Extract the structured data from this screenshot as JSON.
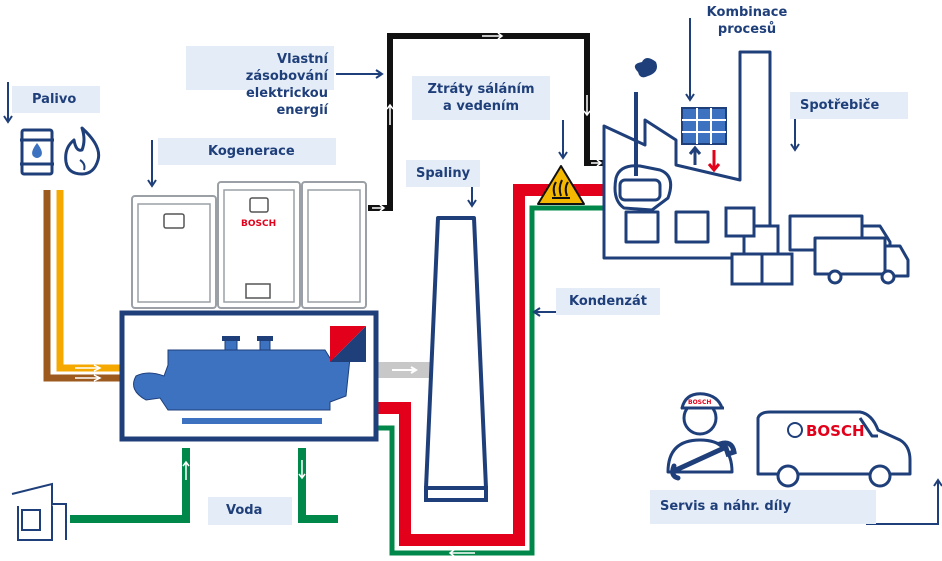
{
  "labels": {
    "palivo": "Palivo",
    "kogenerace": "Kogenerace",
    "vlastni_line1": "Vlastní zásobování",
    "vlastni_line2": "elektrickou energií",
    "ztraty_line1": "Ztráty sáláním",
    "ztraty_line2": "a vedením",
    "spaliny": "Spaliny",
    "kombinace_line1": "Kombinace",
    "kombinace_line2": "procesů",
    "spotrebice": "Spotřebiče",
    "kondenzat": "Kondenzát",
    "voda": "Voda",
    "servis": "Servis a náhr. díly"
  },
  "brand": {
    "unit": "BOSCH",
    "van": "BOSCH",
    "cap": "BOSCH"
  },
  "colors": {
    "navy": "#1f3f7a",
    "label_bg": "#e4ecf7",
    "fuel_orange": "#f5a800",
    "fuel_brown": "#9c5a1e",
    "electric": "#000000",
    "steam_red": "#e3001b",
    "condensate_green": "#00884a",
    "exhaust_gray": "#c8c8c8",
    "engine_blue": "#3d72c1"
  },
  "icons": [
    "oil-barrel-icon",
    "flame-icon",
    "warning-heat-icon",
    "solar-panel-icon",
    "truck-icon",
    "technician-icon",
    "wrench-icon",
    "van-icon",
    "house-icon"
  ]
}
